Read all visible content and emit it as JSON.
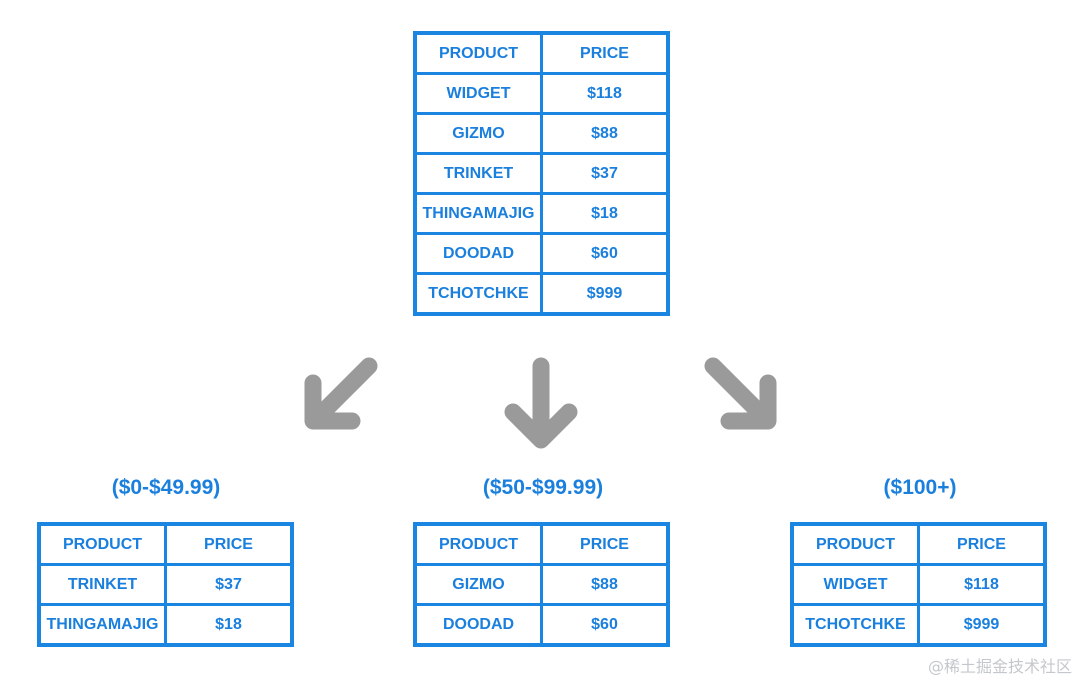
{
  "colors": {
    "accent": "#1a86e2",
    "arrow": "#9a9a9a"
  },
  "headers": {
    "product": "PRODUCT",
    "price": "PRICE"
  },
  "main_table": {
    "rows": [
      {
        "product": "WIDGET",
        "price": "$118"
      },
      {
        "product": "GIZMO",
        "price": "$88"
      },
      {
        "product": "TRINKET",
        "price": "$37"
      },
      {
        "product": "THINGAMAJIG",
        "price": "$18"
      },
      {
        "product": "DOODAD",
        "price": "$60"
      },
      {
        "product": "TCHOTCHKE",
        "price": "$999"
      }
    ]
  },
  "groups": [
    {
      "label": "($0-$49.99)",
      "rows": [
        {
          "product": "TRINKET",
          "price": "$37"
        },
        {
          "product": "THINGAMAJIG",
          "price": "$18"
        }
      ]
    },
    {
      "label": "($50-$99.99)",
      "rows": [
        {
          "product": "GIZMO",
          "price": "$88"
        },
        {
          "product": "DOODAD",
          "price": "$60"
        }
      ]
    },
    {
      "label": "($100+)",
      "rows": [
        {
          "product": "WIDGET",
          "price": "$118"
        },
        {
          "product": "TCHOTCHKE",
          "price": "$999"
        }
      ]
    }
  ],
  "watermark": "@稀土掘金技术社区"
}
